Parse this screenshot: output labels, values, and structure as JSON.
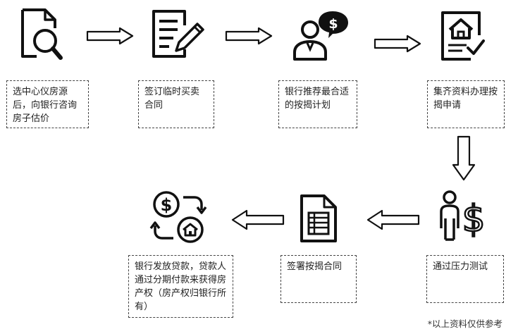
{
  "steps": [
    {
      "label": "选中心仪房源后，向银行咨询房子估价",
      "icon": "document-search-icon"
    },
    {
      "label": "签订临时买卖合同",
      "icon": "contract-pen-icon"
    },
    {
      "label": "银行推荐最合适的按揭计划",
      "icon": "advisor-dollar-icon"
    },
    {
      "label": "集齐资料办理按揭申请",
      "icon": "house-application-icon"
    },
    {
      "label": "通过压力测试",
      "icon": "person-dollar-icon"
    },
    {
      "label": "签署按揭合同",
      "icon": "document-list-icon"
    },
    {
      "label": "银行发放贷款，贷款人通过分期付款来获得房产权（房产权归银行所有）",
      "icon": "dollar-house-exchange-icon"
    }
  ],
  "footnote": "*以上资料仅供参考"
}
